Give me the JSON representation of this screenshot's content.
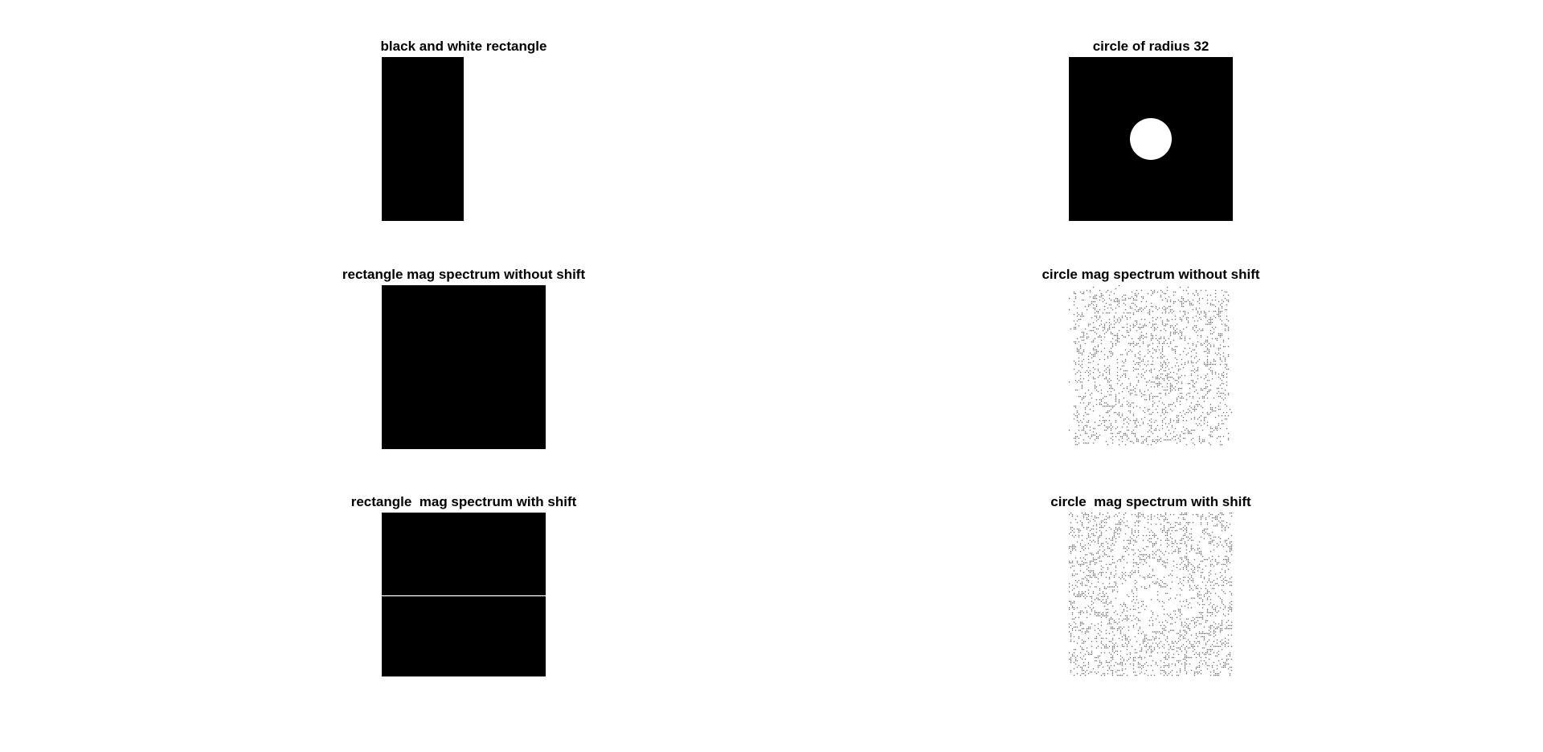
{
  "figure": {
    "background": "#ffffff",
    "panels": [
      {
        "id": "bw-rect",
        "title": "black and white rectangle"
      },
      {
        "id": "circle",
        "title": "circle of radius 32"
      },
      {
        "id": "rect-mag-noshift",
        "title": "rectangle mag spectrum without shift"
      },
      {
        "id": "circle-mag-noshift",
        "title": "circle mag spectrum without shift"
      },
      {
        "id": "rect-mag-shift",
        "title": "rectangle  mag spectrum with shift"
      },
      {
        "id": "circle-mag-shift",
        "title": "circle  mag spectrum with shift"
      }
    ]
  },
  "colors": {
    "image_black": "#000000",
    "image_white": "#ffffff"
  }
}
